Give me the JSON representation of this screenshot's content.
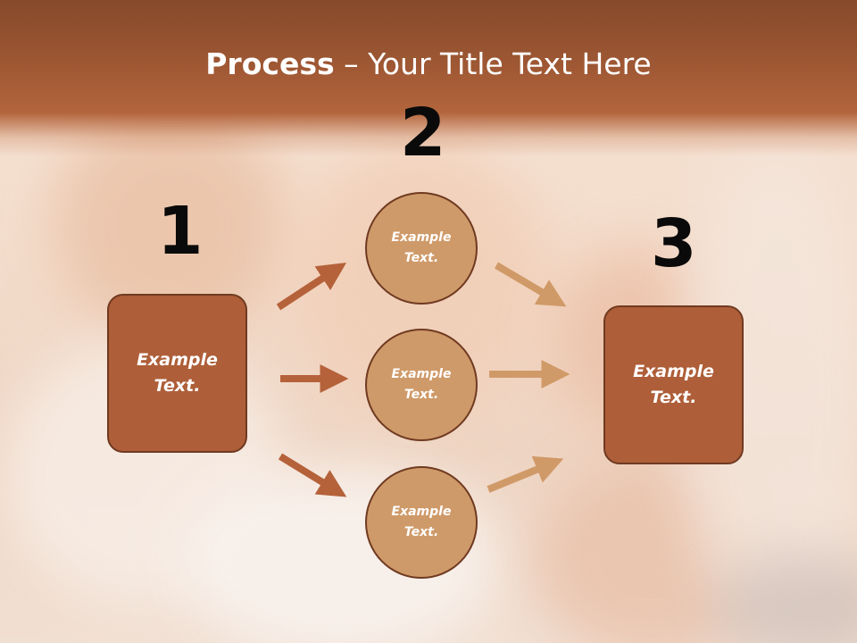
{
  "slide": {
    "title_bold": "Process",
    "title_rest": " – Your Title Text Here",
    "numbers": [
      "1",
      "2",
      "3"
    ],
    "box_left_text": "Example Text.",
    "box_right_text": "Example Text.",
    "circles": [
      "Example Text.",
      "Example Text.",
      "Example Text."
    ]
  },
  "colors": {
    "header": "#9a5532",
    "box": "#ae5e38",
    "circle": "#cf9a69",
    "arrow_dark": "#b5623a",
    "arrow_light": "#d09a68"
  }
}
